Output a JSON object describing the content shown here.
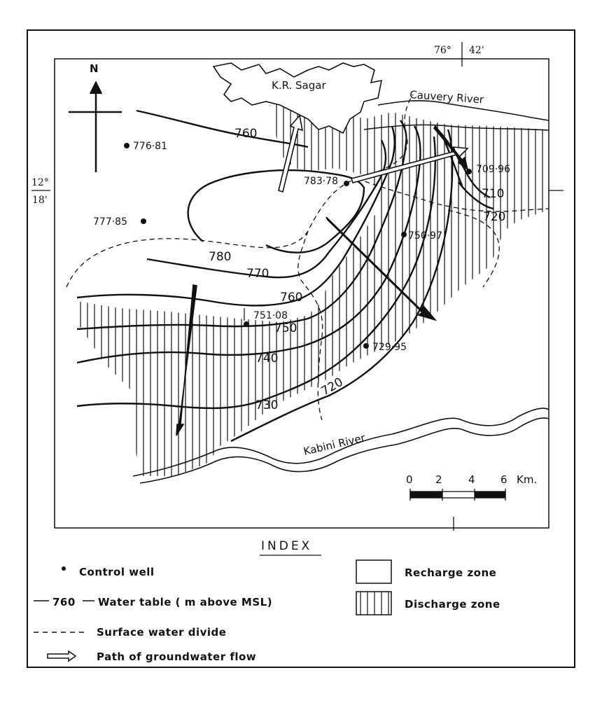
{
  "map": {
    "north_label": "N",
    "lake_label": "K.R. Sagar",
    "river_top": "Cauvery River",
    "river_bottom": "Kabini River",
    "lat_deg": "12°",
    "lat_min": "18'",
    "lon_deg": "76°",
    "lon_min": "42'",
    "contours": [
      "780",
      "770",
      "760",
      "760",
      "750",
      "740",
      "730",
      "720",
      "720",
      "710"
    ],
    "wells": [
      "776·81",
      "777·85",
      "783·78",
      "709·96",
      "750·97",
      "751·08",
      "729·95"
    ],
    "scale": {
      "ticks": [
        "0",
        "2",
        "4",
        "6"
      ],
      "unit": "Km."
    }
  },
  "legend": {
    "title": "INDEX",
    "control_well": "Control well",
    "water_table": "Water table ( m   above MSL)",
    "water_table_sample": "760",
    "divide": "Surface water divide",
    "flow": "Path of groundwater flow",
    "recharge": "Recharge zone",
    "discharge": "Discharge zone"
  }
}
